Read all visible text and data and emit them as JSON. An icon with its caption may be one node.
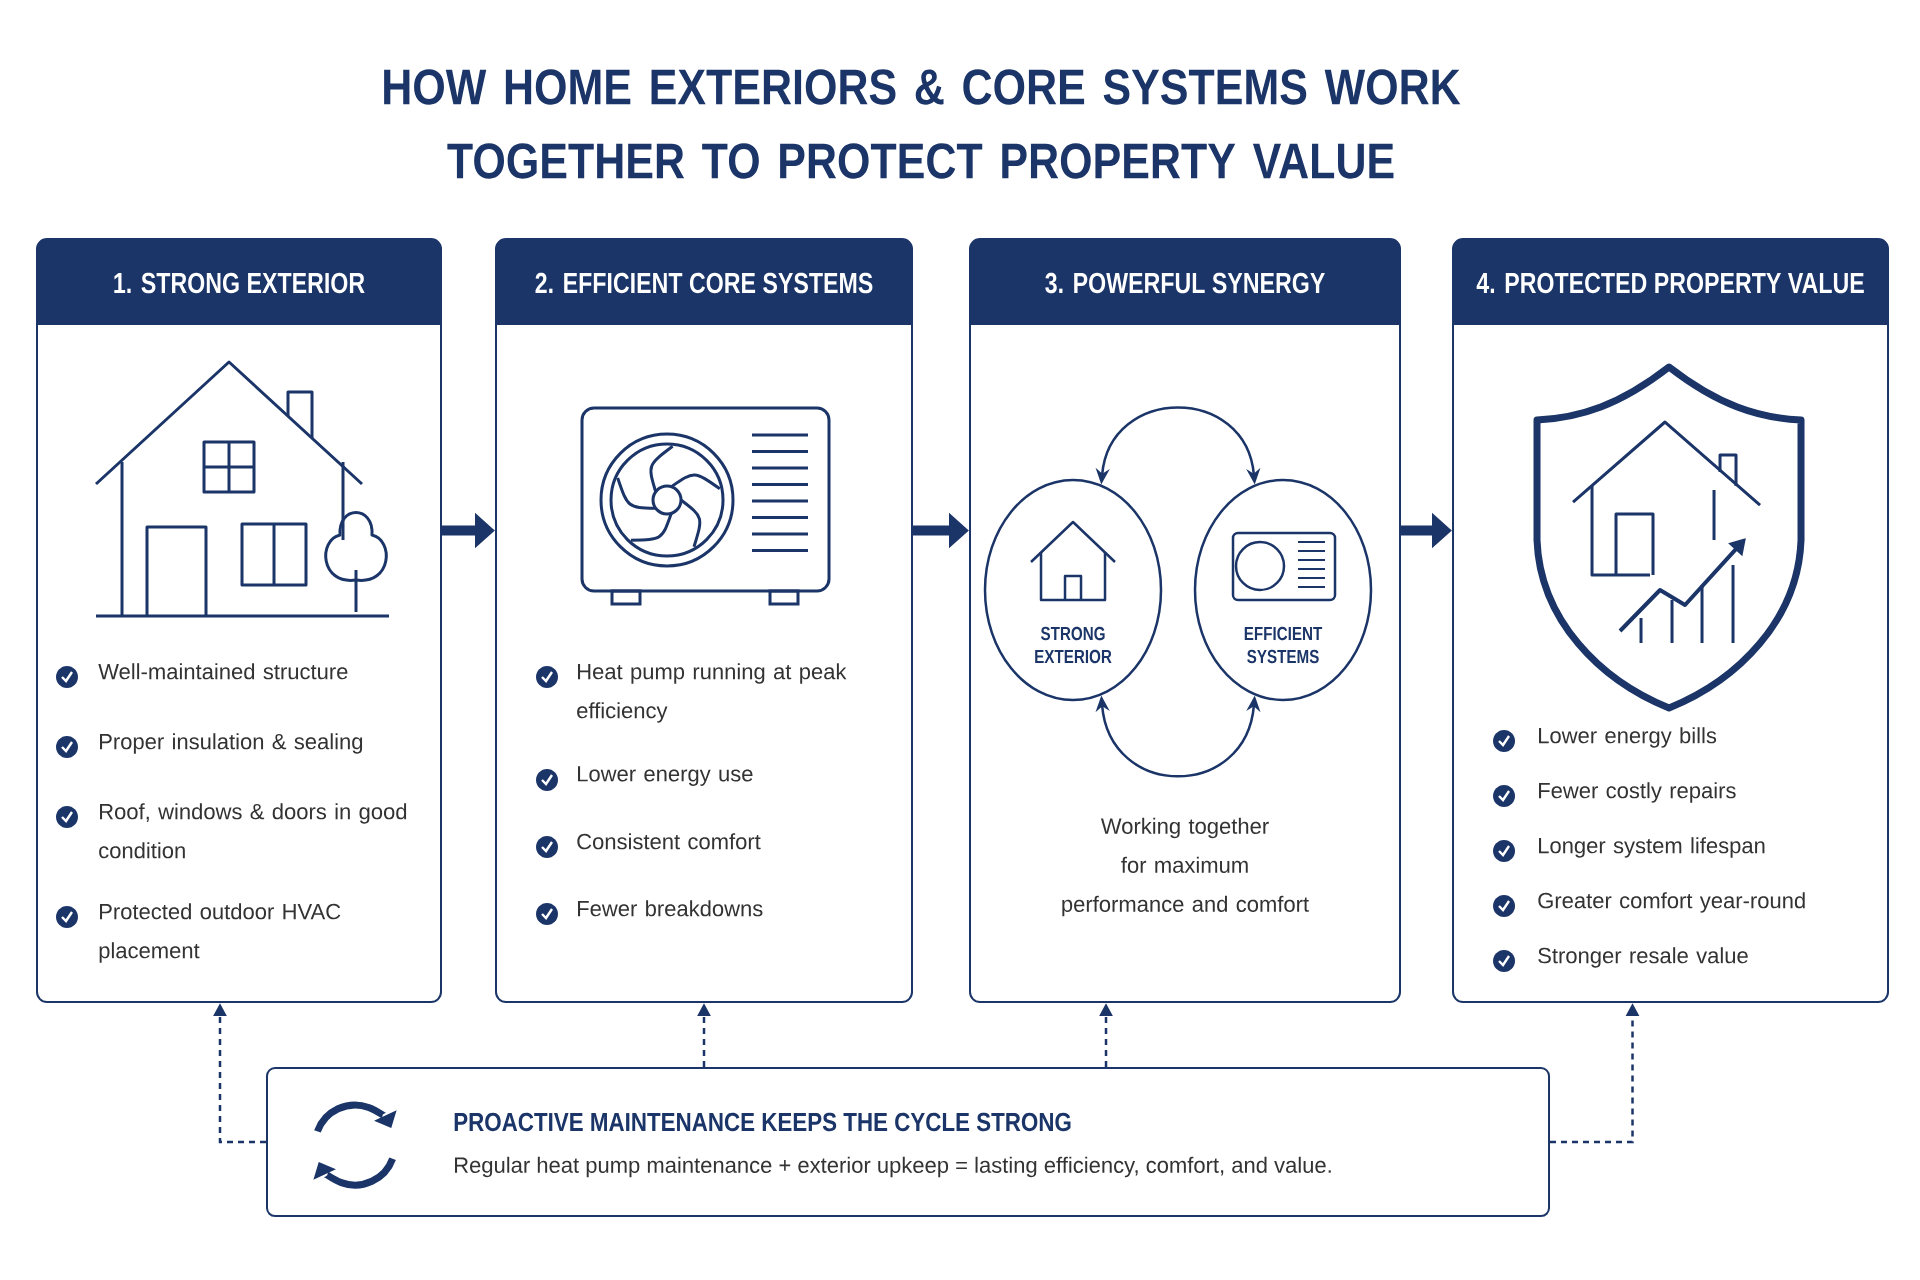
{
  "diagram": {
    "title": "HOW HOME EXTERIORS & CORE SYSTEMS WORK TOGETHER TO PROTECT PROPERTY VALUE",
    "nodes": [
      {
        "text": [
          "1. STRONG EXTERIOR",
          "Well-maintained structure",
          "Proper insulation & sealing",
          "Roof, windows & doors in good condition",
          "Protected outdoor HVAC placement"
        ]
      },
      {
        "text": [
          "2. EFFICIENT CORE SYSTEMS",
          "Heat pump running at peak efficiency",
          "Lower energy use",
          "Consistent comfort",
          "Fewer breakdowns"
        ]
      },
      {
        "text": [
          "3. POWERFUL SYNERGY",
          "Working together for maximum performance and comfort"
        ]
      },
      {
        "text": [
          "STRONG EXTERIOR"
        ],
        "in": 2
      },
      {
        "text": [
          "EFFICIENT SYSTEMS"
        ],
        "in": 2
      },
      {
        "text": [
          "4. PROTECTED PROPERTY VALUE",
          "Lower energy bills",
          "Fewer costly repairs",
          "Longer system lifespan",
          "Greater comfort year-round",
          "Stronger resale value"
        ]
      },
      {
        "text": [
          "PROACTIVE MAINTENANCE KEEPS THE CYCLE STRONG",
          "Regular heat pump maintenance + exterior upkeep = lasting efficiency, comfort, and value."
        ]
      }
    ],
    "edges": [
      {
        "from": 0,
        "to": 1,
        "arrow": "to",
        "style": "thick"
      },
      {
        "from": 1,
        "to": 2,
        "arrow": "to",
        "style": "thick"
      },
      {
        "from": 2,
        "to": 5,
        "arrow": "to",
        "style": "thick"
      },
      {
        "from": 3,
        "to": 4,
        "arrow": "both"
      },
      {
        "from": 3,
        "to": 4,
        "arrow": "both"
      },
      {
        "from": 6,
        "to": 0,
        "arrow": "to",
        "style": "dashed"
      },
      {
        "from": 6,
        "to": 1,
        "arrow": "to",
        "style": "dashed"
      },
      {
        "from": 6,
        "to": 2,
        "arrow": "to",
        "style": "dashed"
      },
      {
        "from": 6,
        "to": 5,
        "arrow": "to",
        "style": "dashed"
      }
    ]
  }
}
